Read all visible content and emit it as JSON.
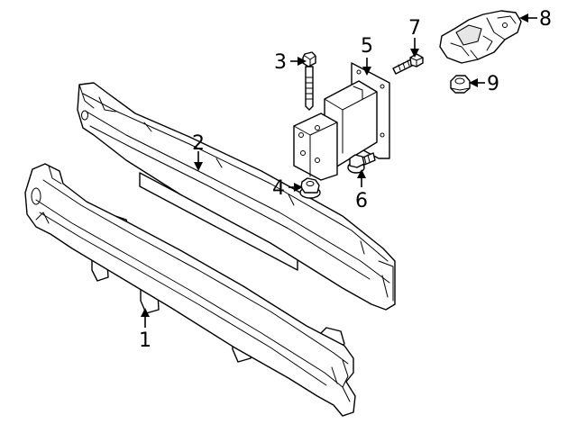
{
  "callouts": {
    "c1": "1",
    "c2": "2",
    "c3": "3",
    "c4": "4",
    "c5": "5",
    "c6": "6",
    "c7": "7",
    "c8": "8",
    "c9": "9"
  },
  "colors": {
    "line": "#000000",
    "fill": "#ffffff",
    "shade": "#e6e6e6"
  }
}
